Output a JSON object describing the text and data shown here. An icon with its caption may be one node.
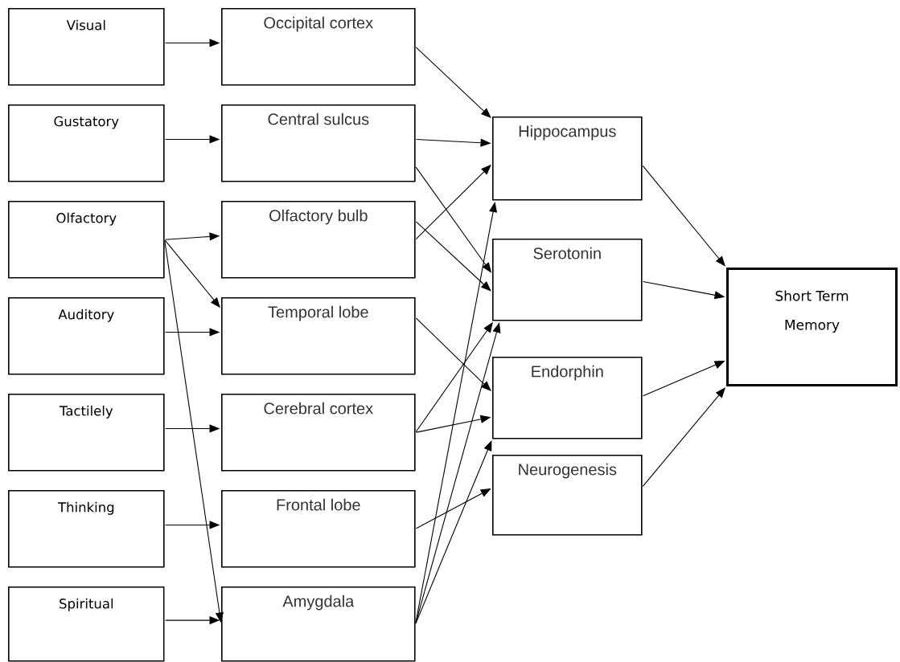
{
  "diagram": {
    "nodes": [
      {
        "text": [
          "Visual"
        ]
      },
      {
        "text": [
          "Gustatory"
        ]
      },
      {
        "text": [
          "Olfactory"
        ]
      },
      {
        "text": [
          "Auditory"
        ]
      },
      {
        "text": [
          "Tactilely"
        ]
      },
      {
        "text": [
          "Thinking"
        ]
      },
      {
        "text": [
          "Spiritual"
        ]
      },
      {
        "text": [
          "Occipital cortex"
        ]
      },
      {
        "text": [
          "Central sulcus"
        ]
      },
      {
        "text": [
          "Olfactory bulb"
        ]
      },
      {
        "text": [
          "Temporal lobe"
        ]
      },
      {
        "text": [
          "Cerebral cortex"
        ]
      },
      {
        "text": [
          "Frontal lobe"
        ]
      },
      {
        "text": [
          "Amygdala"
        ]
      },
      {
        "text": [
          "Hippocampus"
        ]
      },
      {
        "text": [
          "Serotonin"
        ]
      },
      {
        "text": [
          "Endorphin"
        ]
      },
      {
        "text": [
          "Neurogenesis"
        ]
      },
      {
        "text": [
          "Short Term Memory"
        ]
      }
    ],
    "edges": [
      {
        "from": 0,
        "to": 7,
        "arrow": "to"
      },
      {
        "from": 1,
        "to": 8,
        "arrow": "to"
      },
      {
        "from": 2,
        "to": 9,
        "arrow": "to"
      },
      {
        "from": 2,
        "to": 10,
        "arrow": "to"
      },
      {
        "from": 2,
        "to": 13,
        "arrow": "to"
      },
      {
        "from": 3,
        "to": 10,
        "arrow": "to"
      },
      {
        "from": 4,
        "to": 11,
        "arrow": "to"
      },
      {
        "from": 5,
        "to": 12,
        "arrow": "to"
      },
      {
        "from": 6,
        "to": 13,
        "arrow": "to"
      },
      {
        "from": 7,
        "to": 14,
        "arrow": "to"
      },
      {
        "from": 8,
        "to": 14,
        "arrow": "to"
      },
      {
        "from": 8,
        "to": 15,
        "arrow": "to"
      },
      {
        "from": 9,
        "to": 14,
        "arrow": "to"
      },
      {
        "from": 9,
        "to": 15,
        "arrow": "to"
      },
      {
        "from": 10,
        "to": 16,
        "arrow": "to"
      },
      {
        "from": 11,
        "to": 15,
        "arrow": "to"
      },
      {
        "from": 11,
        "to": 16,
        "arrow": "to"
      },
      {
        "from": 12,
        "to": 17,
        "arrow": "to"
      },
      {
        "from": 13,
        "to": 14,
        "arrow": "to"
      },
      {
        "from": 13,
        "to": 15,
        "arrow": "to"
      },
      {
        "from": 13,
        "to": 16,
        "arrow": "to"
      },
      {
        "from": 14,
        "to": 18,
        "arrow": "to"
      },
      {
        "from": 15,
        "to": 18,
        "arrow": "to"
      },
      {
        "from": 16,
        "to": 18,
        "arrow": "to"
      },
      {
        "from": 17,
        "to": 18,
        "arrow": "to"
      }
    ]
  }
}
